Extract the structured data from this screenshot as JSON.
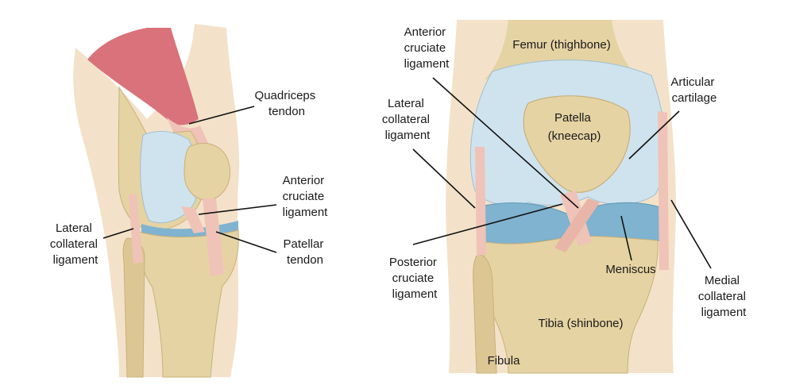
{
  "colors": {
    "background": "#ffffff",
    "skin": "#f3e2c9",
    "bone": "#e6d3a3",
    "bone_shadow": "#c9b07a",
    "cartilage": "#cfe3ee",
    "meniscus": "#7fb3cf",
    "ligament": "#efc3b8",
    "muscle": "#d9727a",
    "leader": "#111111",
    "text": "#1a1a1a"
  },
  "side_view": {
    "labels": {
      "quadriceps_tendon": [
        "Quadriceps",
        "tendon"
      ],
      "anterior_cruciate": [
        "Anterior",
        "cruciate",
        "ligament"
      ],
      "patellar_tendon": [
        "Patellar",
        "tendon"
      ],
      "lateral_collateral": [
        "Lateral",
        "collateral",
        "ligament"
      ]
    }
  },
  "front_view": {
    "labels": {
      "anterior_cruciate": [
        "Anterior",
        "cruciate",
        "ligament"
      ],
      "femur": "Femur (thighbone)",
      "lateral_collateral": [
        "Lateral",
        "collateral",
        "ligament"
      ],
      "articular_cartilage": [
        "Articular",
        "cartilage"
      ],
      "patella": [
        "Patella",
        "(kneecap)"
      ],
      "posterior_cruciate": [
        "Posterior",
        "cruciate",
        "ligament"
      ],
      "meniscus": "Meniscus",
      "medial_collateral": [
        "Medial",
        "collateral",
        "ligament"
      ],
      "tibia": "Tibia (shinbone)",
      "fibula": "Fibula"
    }
  }
}
